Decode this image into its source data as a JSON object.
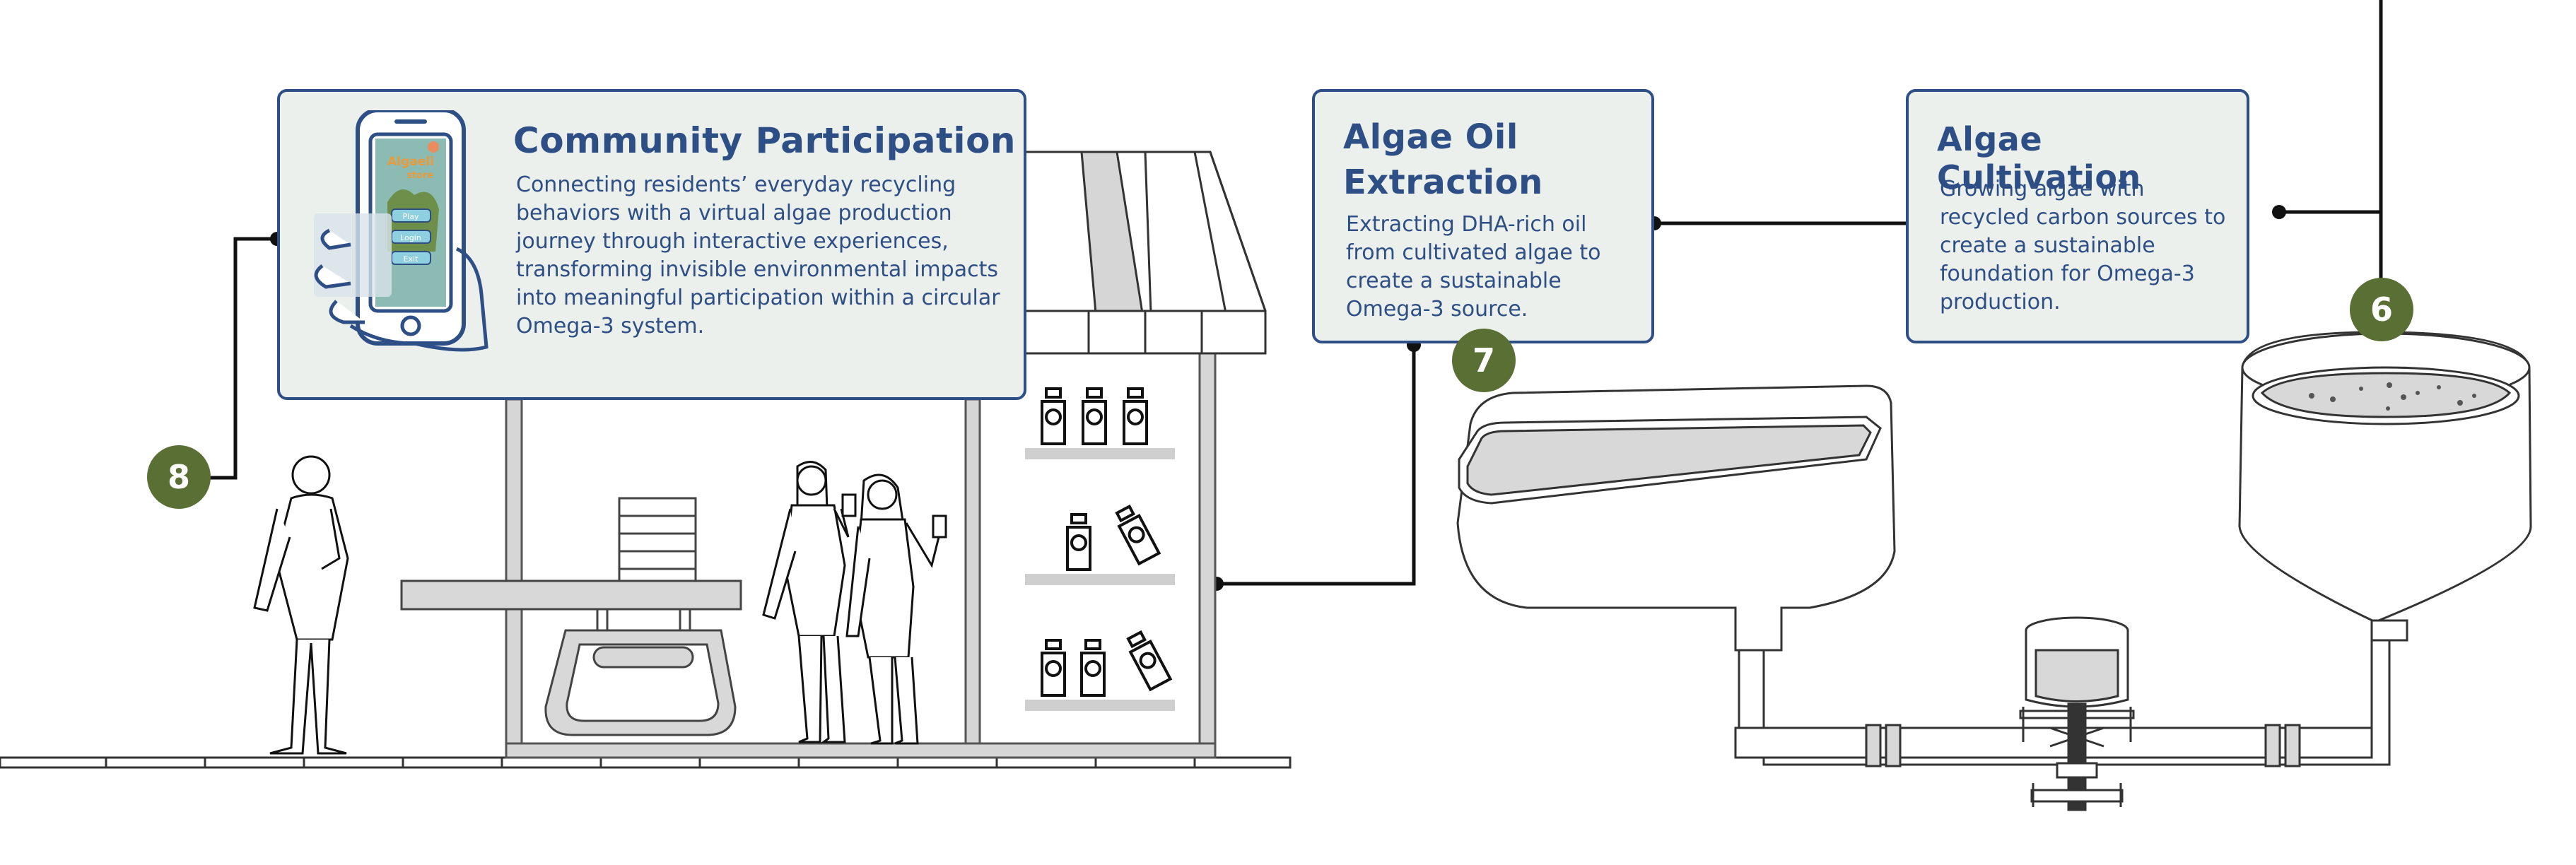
{
  "cards": {
    "community": {
      "title": "Community Participation",
      "body": "Connecting residents’ everyday recycling behaviors with a virtual algae production journey through interactive experiences, transforming invisible environmental impacts into meaningful participation within a circular Omega-3 system."
    },
    "extraction": {
      "title_line1": "Algae Oil",
      "title_line2": "Extraction",
      "body": "Extracting DHA-rich oil from cultivated algae to create a sustainable Omega-3 source."
    },
    "cultivation": {
      "title": "Algae Cultivation",
      "body": "Growing algae with recycled carbon sources to create a sustainable foundation for Omega-3 production."
    }
  },
  "badges": {
    "step8": "8",
    "step7": "7",
    "step6": "6"
  },
  "phone_screen": {
    "title_line1": "Algaeli",
    "title_line2": "store",
    "buttons": [
      "Play",
      "Login",
      "Exit"
    ]
  },
  "colors": {
    "accent": "#2e4f86",
    "card_bg": "#ecf0ec",
    "badge": "#5a6f33",
    "line": "#111111"
  }
}
